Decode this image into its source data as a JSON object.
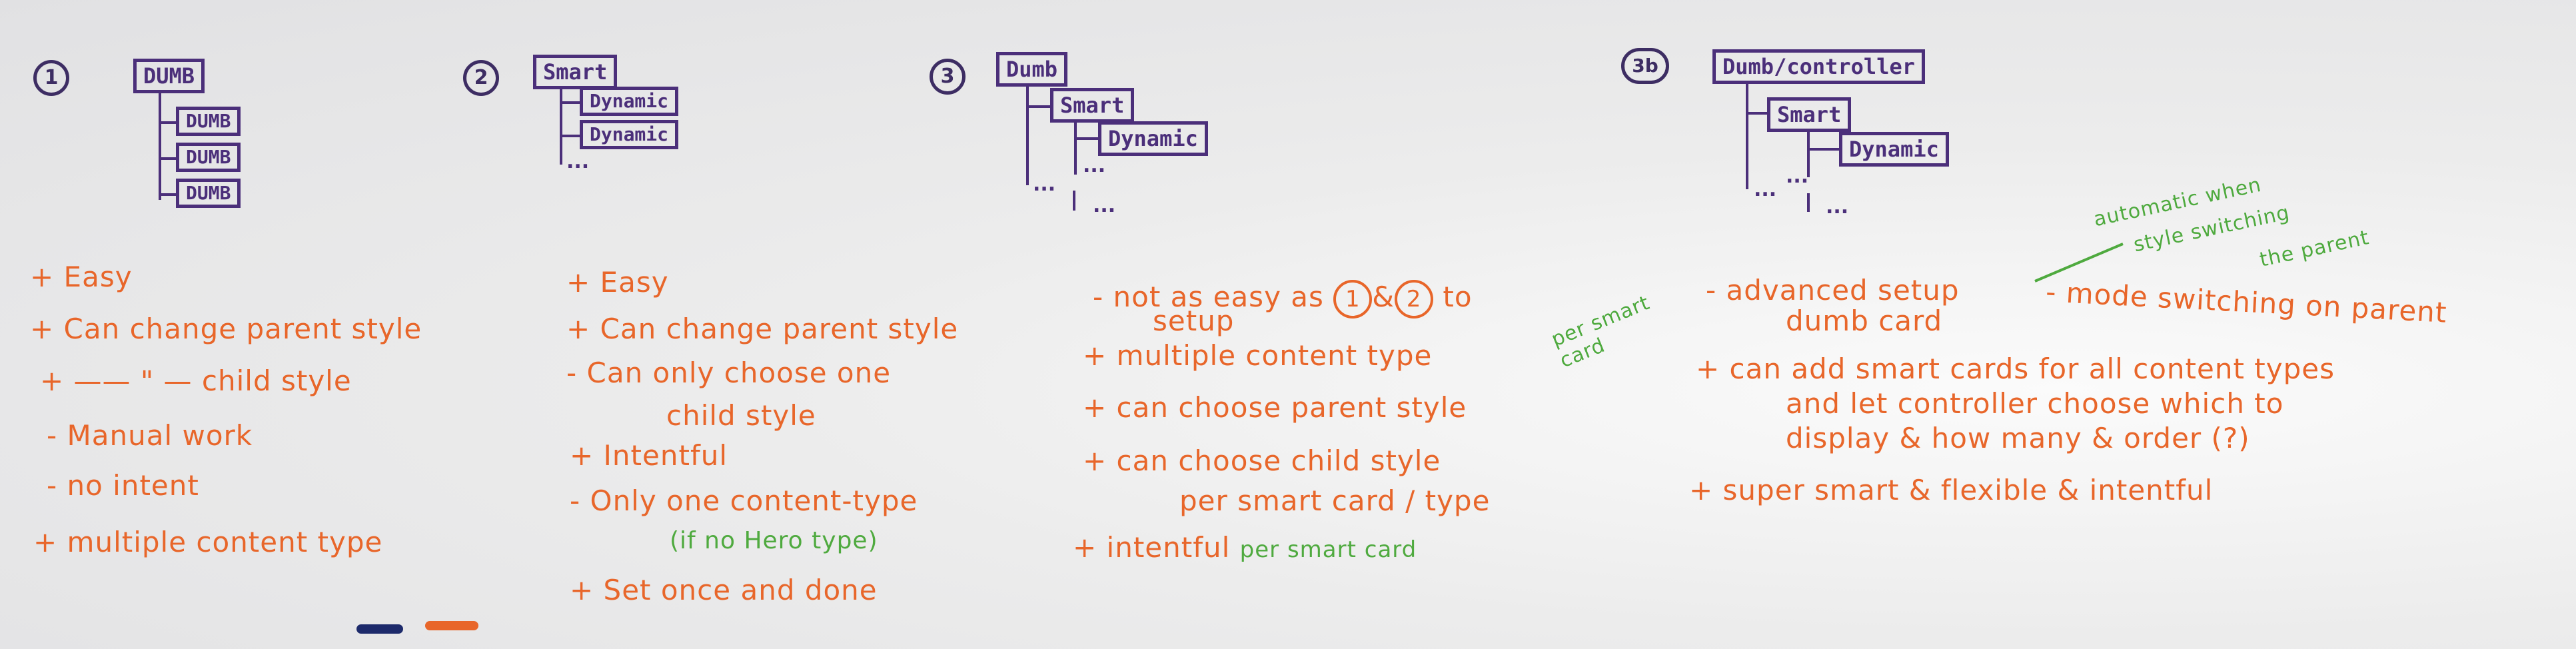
{
  "diagram_1": {
    "number": "1",
    "parent": "DUMB",
    "children": [
      "DUMB",
      "DUMB",
      "DUMB"
    ]
  },
  "diagram_2": {
    "number": "2",
    "parent": "Smart",
    "children": [
      "Dynamic",
      "Dynamic"
    ],
    "ellipsis": "..."
  },
  "diagram_3": {
    "number": "3",
    "parent": "Dumb",
    "child": "Smart",
    "grandchild": "Dynamic",
    "ellipsis": "...",
    "ellipsis2": "..."
  },
  "diagram_3b": {
    "number": "3b",
    "parent": "Dumb/controller",
    "child": "Smart",
    "grandchild": "Dynamic",
    "ellipsis": "...",
    "ellipsis2": "..."
  },
  "col1": [
    "+ Easy",
    "+ Can change parent style",
    "+  ——  \" —  child style",
    "- Manual work",
    "- no intent",
    "+ multiple content type"
  ],
  "col2": [
    "+ Easy",
    "+ Can change parent style",
    "- Can only choose one",
    "child style",
    "+ Intentful",
    "- Only one content-type",
    "(if no Hero type)",
    "+ Set once and done"
  ],
  "col3": {
    "line1_prefix": "- not as easy as",
    "circle_a": "1",
    "amp": "&",
    "circle_b": "2",
    "line1_suffix": "to",
    "line1b": "setup",
    "line2": "+ multiple content type",
    "per_smart_card_note": "per smart card",
    "line3": "+ can choose parent style",
    "line4": "+ can choose child style",
    "line4b": "per smart card / type",
    "line5": "+ intentful",
    "line5_note": "per smart card"
  },
  "col4": {
    "line1": "- advanced setup",
    "line1b": "dumb card",
    "line1c": "- mode switching on parent",
    "auto_note_1": "automatic when",
    "auto_note_2": "style switching",
    "auto_note_3": "the parent",
    "line2": "+ can add smart cards for all content types",
    "line2b": "and let controller choose which to",
    "line2c": "display & how many & order (?)",
    "line3": "+ super smart & flexible & intentful"
  },
  "colors": {
    "purple": "#4b2f7a",
    "orange": "#e8662a",
    "green": "#4faa3f",
    "navy_marker": "#1d2a6b"
  }
}
